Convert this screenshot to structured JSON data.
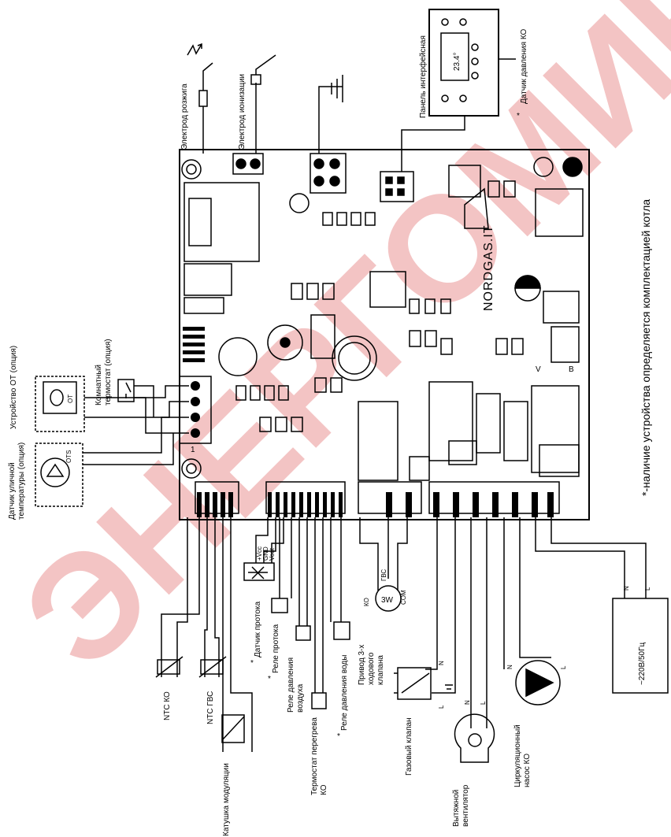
{
  "watermark": "ЭНЕРГОМИР",
  "brand": "NORDGAS.IT",
  "display_value": "23.4°",
  "note": "*-наличие устройства определяется комплектацией котла",
  "labels": {
    "ignition_electrode": "Электрод розжига",
    "ionization_electrode": "Электрод ионизации",
    "interface_panel": "Панель интерфейсная",
    "pressure_sensor_ko": "Датчик давления КО",
    "star": "*",
    "ot_device": "Устройство ОТ (опция)",
    "room_thermostat_1": "Комнатный",
    "room_thermostat_2": "термостат (опция)",
    "outdoor_sensor_1": "Датчик уличной",
    "outdoor_sensor_2": "температуры (опция)",
    "ot_tag": "OT",
    "ots_tag": "OTS",
    "ntc_ko": "NTC КО",
    "ntc_gvs": "NTC ГВС",
    "modulation_coil": "Катушка модуляции",
    "flow_sensor": "Датчик протока",
    "flow_relay": "Реле протока",
    "air_relay_1": "Реле давления",
    "air_relay_2": "воздуха",
    "overheat_1": "Термостат перегрева",
    "overheat_2": "КО",
    "water_relay": "Реле давления воды",
    "drive_1": "Привод 3-х",
    "drive_2": "ходового",
    "drive_3": "клапана",
    "gas_valve": "Газовый клапан",
    "fan_1": "Вытяжной",
    "fan_2": "вентилятор",
    "pump_1": "Циркуляционный",
    "pump_2": "насос КО",
    "power": "~220В/50Гц",
    "valve_3w": "3W",
    "ko": "КО",
    "gvs": "ГВС",
    "com": "COM",
    "n": "N",
    "l": "L",
    "vcc": "+Vcc",
    "gnd": "GND",
    "vout": "Vout",
    "v": "V",
    "b": "B",
    "one": "1"
  }
}
